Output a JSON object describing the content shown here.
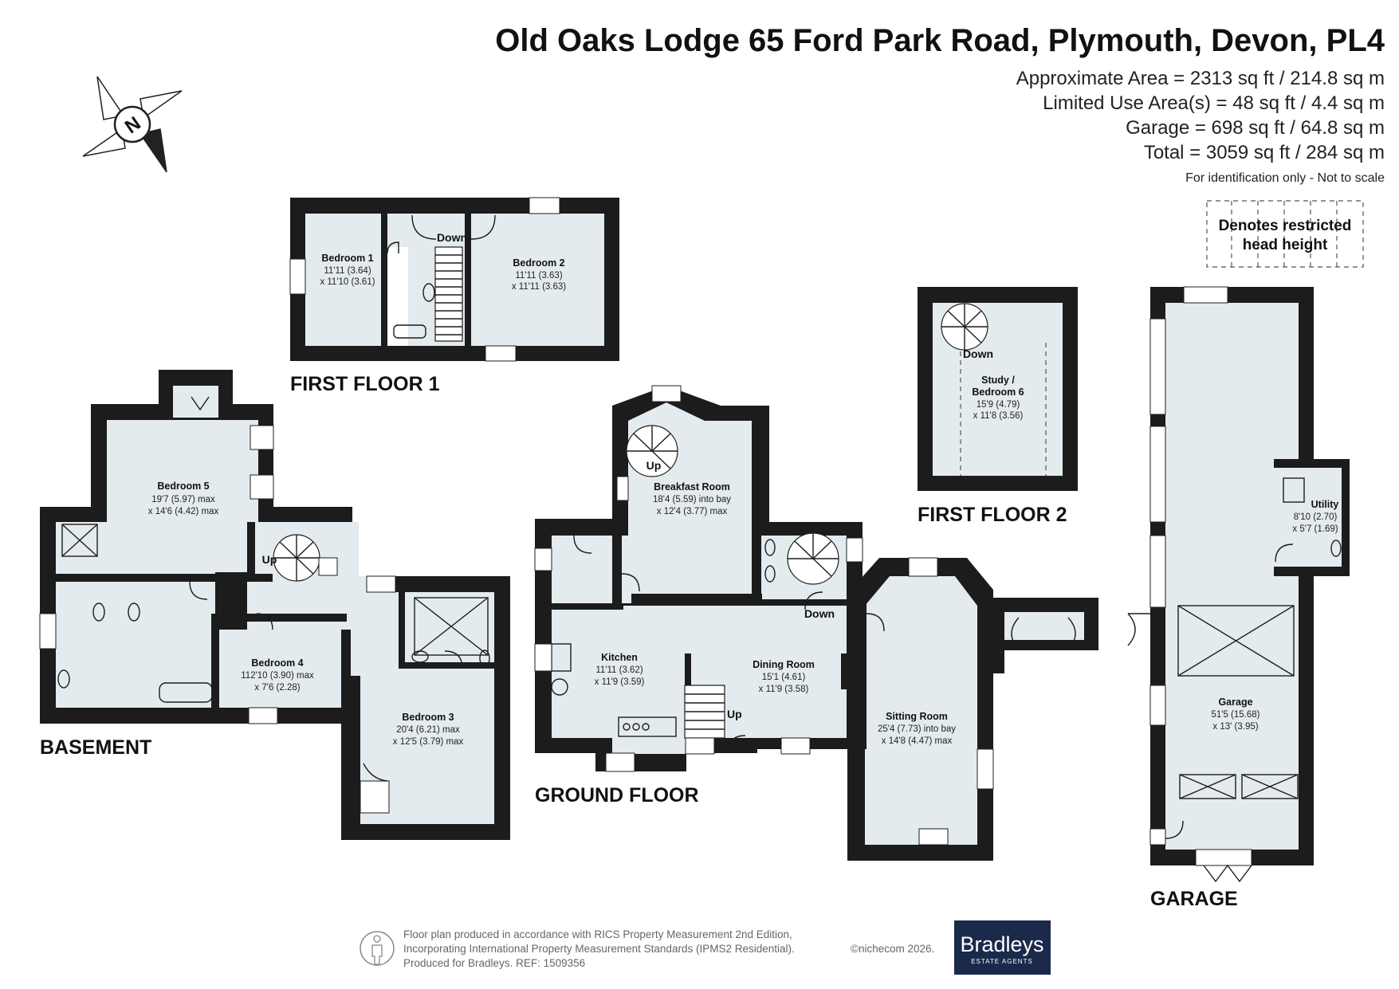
{
  "header": {
    "title": "Old Oaks Lodge 65 Ford Park Road, Plymouth, Devon, PL4",
    "areas": [
      "Approximate Area = 2313 sq ft / 214.8 sq m",
      "Limited Use Area(s) = 48 sq ft / 4.4 sq m",
      "Garage = 698 sq ft / 64.8 sq m",
      "Total = 3059 sq ft / 284 sq m"
    ],
    "note": "For identification only - Not to scale"
  },
  "compass": {
    "label": "N",
    "icon": "compass-north-icon"
  },
  "legend": {
    "line1": "Denotes restricted",
    "line2": "head height"
  },
  "floors": {
    "first_floor_1": "FIRST FLOOR 1",
    "first_floor_2": "FIRST FLOOR 2",
    "basement": "BASEMENT",
    "ground_floor": "GROUND FLOOR",
    "garage": "GARAGE"
  },
  "rooms": {
    "bedroom1": {
      "name": "Bedroom 1",
      "dim1": "11'11 (3.64)",
      "dim2": "x 11'10 (3.61)"
    },
    "bedroom2": {
      "name": "Bedroom 2",
      "dim1": "11'11 (3.63)",
      "dim2": "x 11'11 (3.63)"
    },
    "study": {
      "name1": "Study /",
      "name2": "Bedroom 6",
      "dim1": "15'9 (4.79)",
      "dim2": "x 11'8 (3.56)"
    },
    "bedroom5": {
      "name": "Bedroom 5",
      "dim1": "19'7 (5.97) max",
      "dim2": "x 14'6 (4.42) max"
    },
    "bedroom4": {
      "name": "Bedroom 4",
      "dim1": "112'10 (3.90) max",
      "dim2": "x 7'6 (2.28)"
    },
    "bedroom3": {
      "name": "Bedroom 3",
      "dim1": "20'4 (6.21) max",
      "dim2": "x 12'5 (3.79) max"
    },
    "breakfast": {
      "name": "Breakfast Room",
      "dim1": "18'4 (5.59) into bay",
      "dim2": "x 12'4 (3.77) max"
    },
    "kitchen": {
      "name": "Kitchen",
      "dim1": "11'11 (3.62)",
      "dim2": "x 11'9 (3.59)"
    },
    "dining": {
      "name": "Dining Room",
      "dim1": "15'1 (4.61)",
      "dim2": "x 11'9 (3.58)"
    },
    "sitting": {
      "name": "Sitting Room",
      "dim1": "25'4 (7.73) into bay",
      "dim2": "x 14'8 (4.47) max"
    },
    "utility": {
      "name": "Utility",
      "dim1": "8'10 (2.70)",
      "dim2": "x 5'7 (1.69)"
    },
    "garage": {
      "name": "Garage",
      "dim1": "51'5 (15.68)",
      "dim2": "x 13' (3.95)"
    }
  },
  "stairs": {
    "ff1_down": "Down",
    "ff2_down": "Down",
    "base_up": "Up",
    "breakfast_up": "Up",
    "ground_down": "Down",
    "ground_up": "Up"
  },
  "footer": {
    "line1": "Floor plan produced in accordance with RICS Property Measurement 2nd Edition,",
    "line2": "Incorporating International Property Measurement Standards (IPMS2 Residential).",
    "line3": "Produced for Bradleys.   REF: 1509356",
    "copyright": "©nichecom 2026.",
    "brand": "Bradleys",
    "brand_sub": "ESTATE AGENTS",
    "brand_color": "#1b2a4a"
  }
}
